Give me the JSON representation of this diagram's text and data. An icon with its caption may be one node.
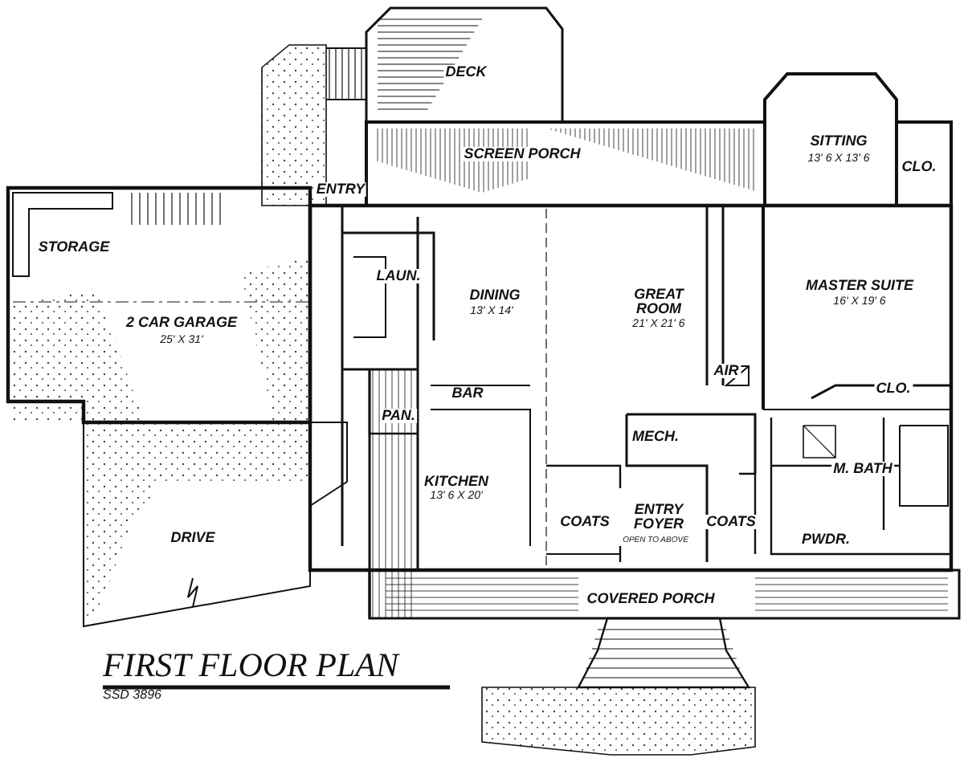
{
  "diagram": {
    "title": "FIRST FLOOR PLAN",
    "caption": "SSD 3896",
    "labels": [
      "DECK",
      "SCREEN PORCH",
      "ENTRY",
      "SITTING",
      "13' 6 X 13' 6",
      "CLO.",
      "STORAGE",
      "LAUN.",
      "2 CAR GARAGE",
      "25' X 31'",
      "DINING",
      "13' X 14'",
      "GREAT ROOM",
      "21' X 21' 6",
      "MASTER SUITE",
      "16' X 19' 6",
      "AIR",
      "CLO.",
      "BAR",
      "PAN.",
      "MECH.",
      "KITCHEN",
      "13' 6 X 20'",
      "M. BATH",
      "COATS",
      "ENTRY FOYER",
      "OPEN TO ABOVE",
      "COATS",
      "PWDR.",
      "DRIVE",
      "COVERED PORCH"
    ]
  }
}
